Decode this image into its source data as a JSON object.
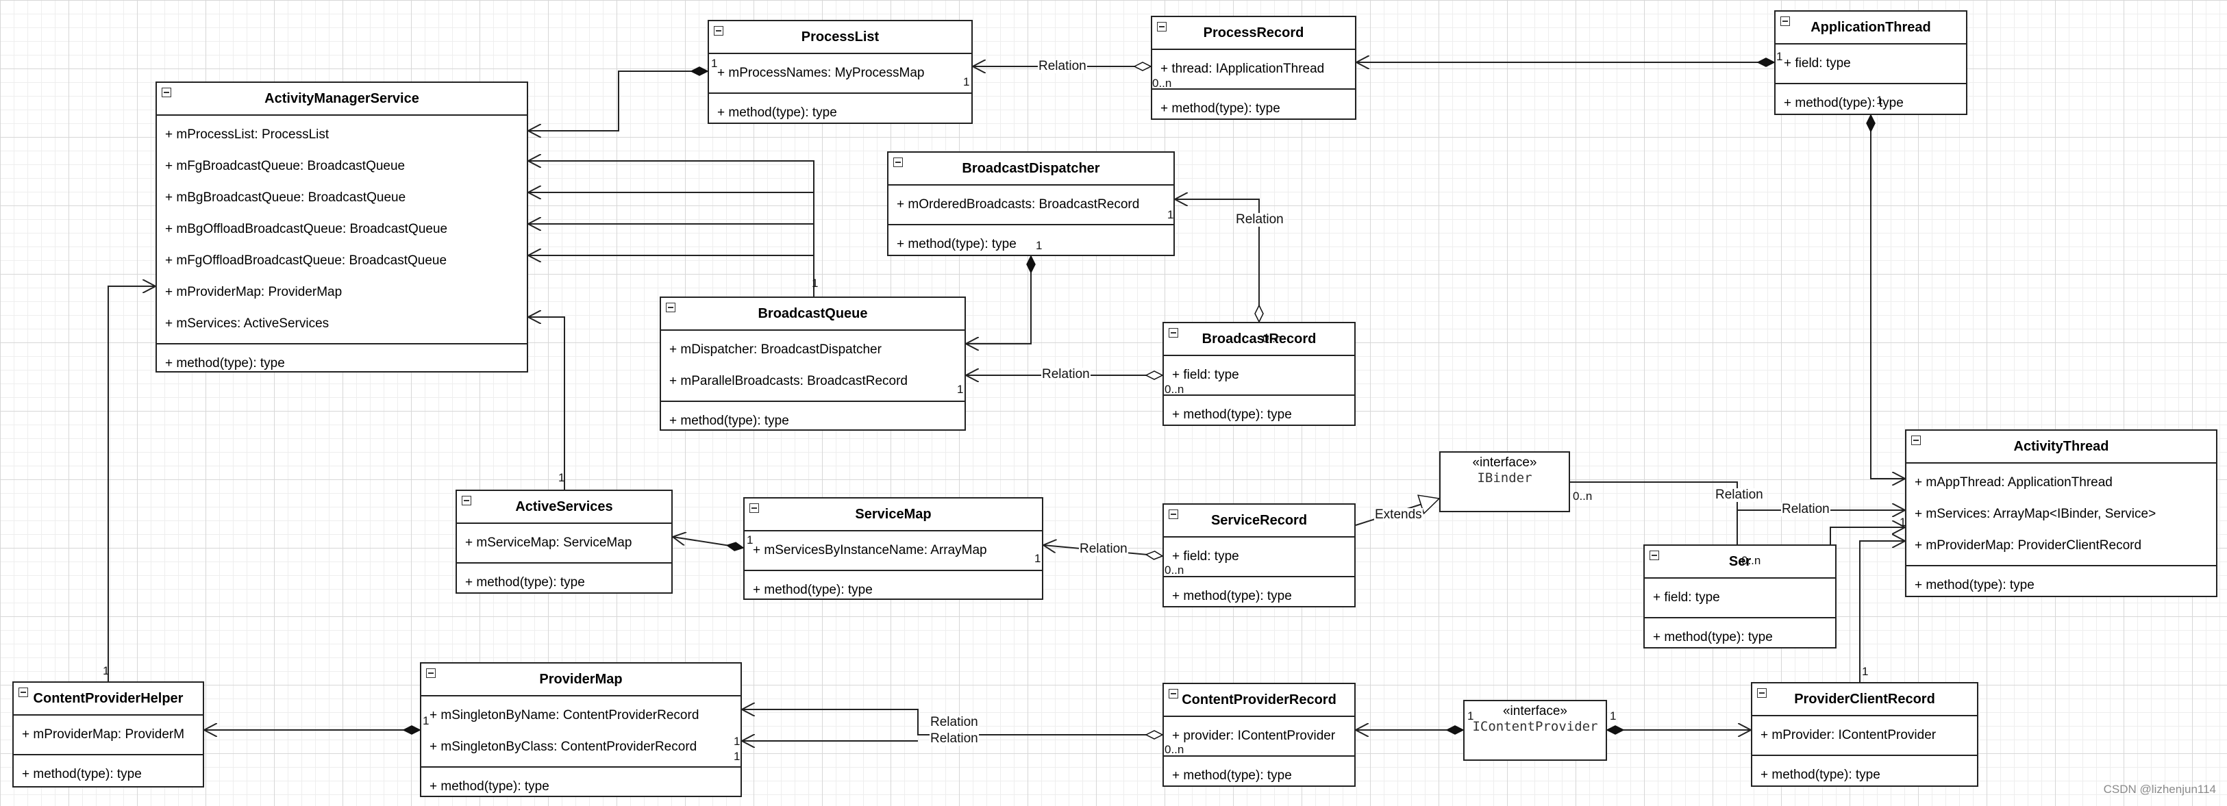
{
  "classes": {
    "processList": {
      "name": "ProcessList",
      "attrs": [
        "+ mProcessNames: MyProcessMap"
      ],
      "methods": [
        "+ method(type): type"
      ]
    },
    "processRecord": {
      "name": "ProcessRecord",
      "attrs": [
        "+ thread: IApplicationThread"
      ],
      "methods": [
        "+ method(type): type"
      ]
    },
    "applicationThread": {
      "name": "ApplicationThread",
      "attrs": [
        "+ field: type"
      ],
      "methods": [
        "+ method(type): type"
      ]
    },
    "activityManagerService": {
      "name": "ActivityManagerService",
      "attrs": [
        "+ mProcessList: ProcessList",
        "+ mFgBroadcastQueue: BroadcastQueue",
        "+ mBgBroadcastQueue: BroadcastQueue",
        "+ mBgOffloadBroadcastQueue: BroadcastQueue",
        "+ mFgOffloadBroadcastQueue: BroadcastQueue",
        "+ mProviderMap: ProviderMap",
        "+ mServices: ActiveServices"
      ],
      "methods": [
        "+ method(type): type"
      ]
    },
    "broadcastDispatcher": {
      "name": "BroadcastDispatcher",
      "attrs": [
        "+ mOrderedBroadcasts: BroadcastRecord"
      ],
      "methods": [
        "+ method(type): type"
      ]
    },
    "broadcastQueue": {
      "name": "BroadcastQueue",
      "attrs": [
        "+ mDispatcher: BroadcastDispatcher",
        "+ mParallelBroadcasts: BroadcastRecord"
      ],
      "methods": [
        "+ method(type): type"
      ]
    },
    "broadcastRecord": {
      "name": "BroadcastRecord",
      "attrs": [
        "+ field: type"
      ],
      "methods": [
        "+ method(type): type"
      ]
    },
    "activeServices": {
      "name": "ActiveServices",
      "attrs": [
        "+ mServiceMap: ServiceMap"
      ],
      "methods": [
        "+ method(type): type"
      ]
    },
    "serviceMap": {
      "name": "ServiceMap",
      "attrs": [
        "+ mServicesByInstanceName: ArrayMap"
      ],
      "methods": [
        "+ method(type): type"
      ]
    },
    "serviceRecord": {
      "name": "ServiceRecord",
      "attrs": [
        "+ field: type"
      ],
      "methods": [
        "+ method(type): type"
      ]
    },
    "serviceConnection": {
      "name": "Ser",
      "attrs": [
        "+ field: type"
      ],
      "methods": [
        "+ method(type): type"
      ]
    },
    "activityThread": {
      "name": "ActivityThread",
      "attrs": [
        "+ mAppThread: ApplicationThread",
        "+ mServices: ArrayMap<IBinder, Service>",
        "+ mProviderMap: ProviderClientRecord"
      ],
      "methods": [
        "+ method(type): type"
      ]
    },
    "contentProviderHelper": {
      "name": "ContentProviderHelper",
      "attrs": [
        "+ mProviderMap: ProviderM"
      ],
      "methods": [
        "+ method(type): type"
      ]
    },
    "providerMap": {
      "name": "ProviderMap",
      "attrs": [
        "+ mSingletonByName: ContentProviderRecord",
        "+ mSingletonByClass: ContentProviderRecord"
      ],
      "methods": [
        "+ method(type): type"
      ]
    },
    "contentProviderRecord": {
      "name": "ContentProviderRecord",
      "attrs": [
        "+ provider: IContentProvider"
      ],
      "methods": [
        "+ method(type): type"
      ]
    },
    "providerClientRecord": {
      "name": "ProviderClientRecord",
      "attrs": [
        "+ mProvider: IContentProvider"
      ],
      "methods": [
        "+ method(type): type"
      ]
    }
  },
  "interfaces": {
    "iBinder": {
      "stereotype": "«interface»",
      "name": "IBinder"
    },
    "iContentProvider": {
      "stereotype": "«interface»",
      "name": "IContentProvider"
    }
  },
  "labels": {
    "relation": "Relation",
    "extends": "Extends",
    "one": "1",
    "many": "0..n"
  },
  "watermark": "CSDN @lizhenjun114",
  "colors": {
    "line": "#222222",
    "box_border": "#222222",
    "grid": "#d7d7d7"
  }
}
